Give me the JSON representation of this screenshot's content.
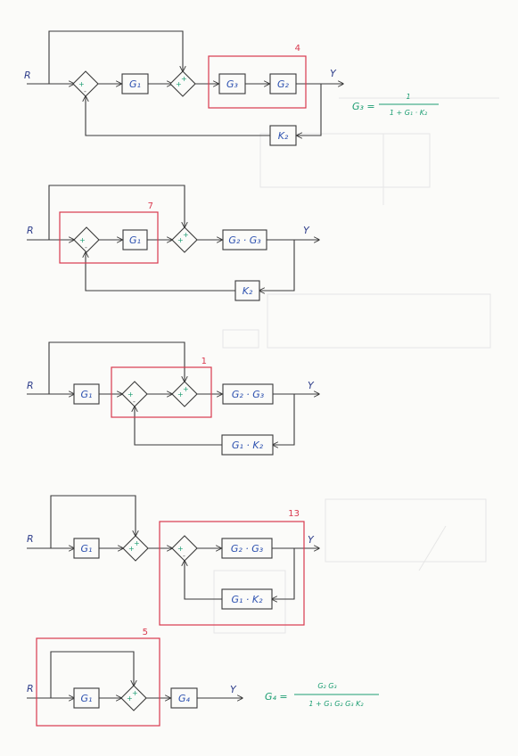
{
  "signals": {
    "input": "R",
    "output": "Y"
  },
  "step1": {
    "blocks": {
      "g1": "G₁",
      "g3": "G₃",
      "g2": "G₂",
      "k2": "K₂"
    },
    "badge": "4",
    "formula": {
      "lhs": "G₃ =",
      "num": "1",
      "den": "1 + G₁ · K₂"
    }
  },
  "step2": {
    "blocks": {
      "g1": "G₁",
      "g2g3": "G₂ · G₃",
      "k2": "K₂"
    },
    "badge": "7"
  },
  "step3": {
    "blocks": {
      "g1": "G₁",
      "g2g3": "G₂ · G₃",
      "g1k2": "G₁ · K₂"
    },
    "badge": "1"
  },
  "step4": {
    "blocks": {
      "g1": "G₁",
      "g2g3": "G₂ · G₃",
      "g1k2": "G₁ · K₂"
    },
    "badge": "13"
  },
  "step5": {
    "blocks": {
      "g1": "G₁",
      "g4": "G₄"
    },
    "badge": "5",
    "formula": {
      "lhs": "G₄ =",
      "num": "G₂ G₃",
      "den": "1 + G₁ G₂ G₃ K₂"
    }
  },
  "colors": {
    "blocks": "#2e52b0",
    "annotation": "#d9384e",
    "formula": "#1e9e73",
    "lines": "#3a3a3a"
  }
}
